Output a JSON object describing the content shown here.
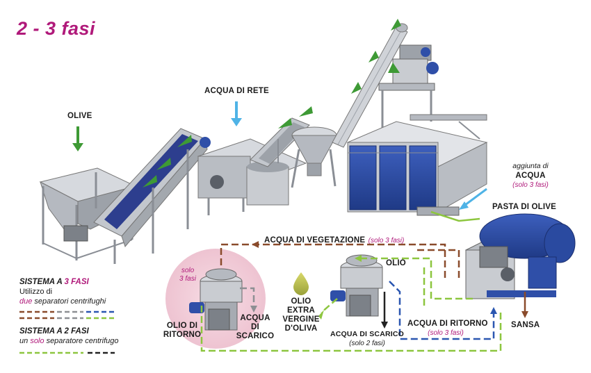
{
  "title": "2 - 3 fasi",
  "labels": {
    "olive": "OLIVE",
    "acqua_di_rete": "ACQUA DI RETE",
    "aggiunta_line1": "aggiunta di",
    "aggiunta_line2": "ACQUA",
    "aggiunta_line3": "(solo 3 fasi)",
    "pasta_di_olive": "PASTA DI OLIVE",
    "acqua_vegetazione": "ACQUA DI VEGETAZIONE",
    "acqua_vegetazione_note": "(solo 3 fasi)",
    "olio": "OLIO",
    "solo_3_fasi_line1": "solo",
    "solo_3_fasi_line2": "3 fasi",
    "olio_extra_line1": "OLIO",
    "olio_extra_line2": "EXTRA",
    "olio_extra_line3": "VERGINE",
    "olio_extra_line4": "D'OLIVA",
    "olio_di_ritorno_line1": "OLIO DI",
    "olio_di_ritorno_line2": "RITORNO",
    "acqua_di_scarico_line1": "ACQUA",
    "acqua_di_scarico_line2": "DI",
    "acqua_di_scarico_line3": "SCARICO",
    "acqua_di_scarico_2": "ACQUA DI SCARICO",
    "acqua_di_scarico_2_note": "(solo 2 fasi)",
    "acqua_di_ritorno": "ACQUA DI RITORNO",
    "acqua_di_ritorno_note": "(solo 3 fasi)",
    "sansa": "SANSA"
  },
  "legend": {
    "three_phase_prefix": "SISTEMA A",
    "three_phase_num": "3 FASI",
    "three_phase_desc1": "Utilizzo di",
    "three_phase_desc2a": "due",
    "three_phase_desc2b": "separatori centrifughi",
    "two_phase_title": "SISTEMA A 2 FASI",
    "two_phase_desc_a": "un",
    "two_phase_desc_b": "solo",
    "two_phase_desc_c": "separatore centrifugo"
  },
  "colors": {
    "title": "#b0197a",
    "green": "#8dc63f",
    "dark_green_arrow": "#3e9a35",
    "brown": "#8a4b2b",
    "blue_flow": "#2a56b0",
    "light_blue": "#4fb3e6",
    "black": "#222222",
    "machine_blue": "#2f4fa8",
    "steel": "#c9ccd1",
    "pink_circle": "#f3d2dc"
  }
}
